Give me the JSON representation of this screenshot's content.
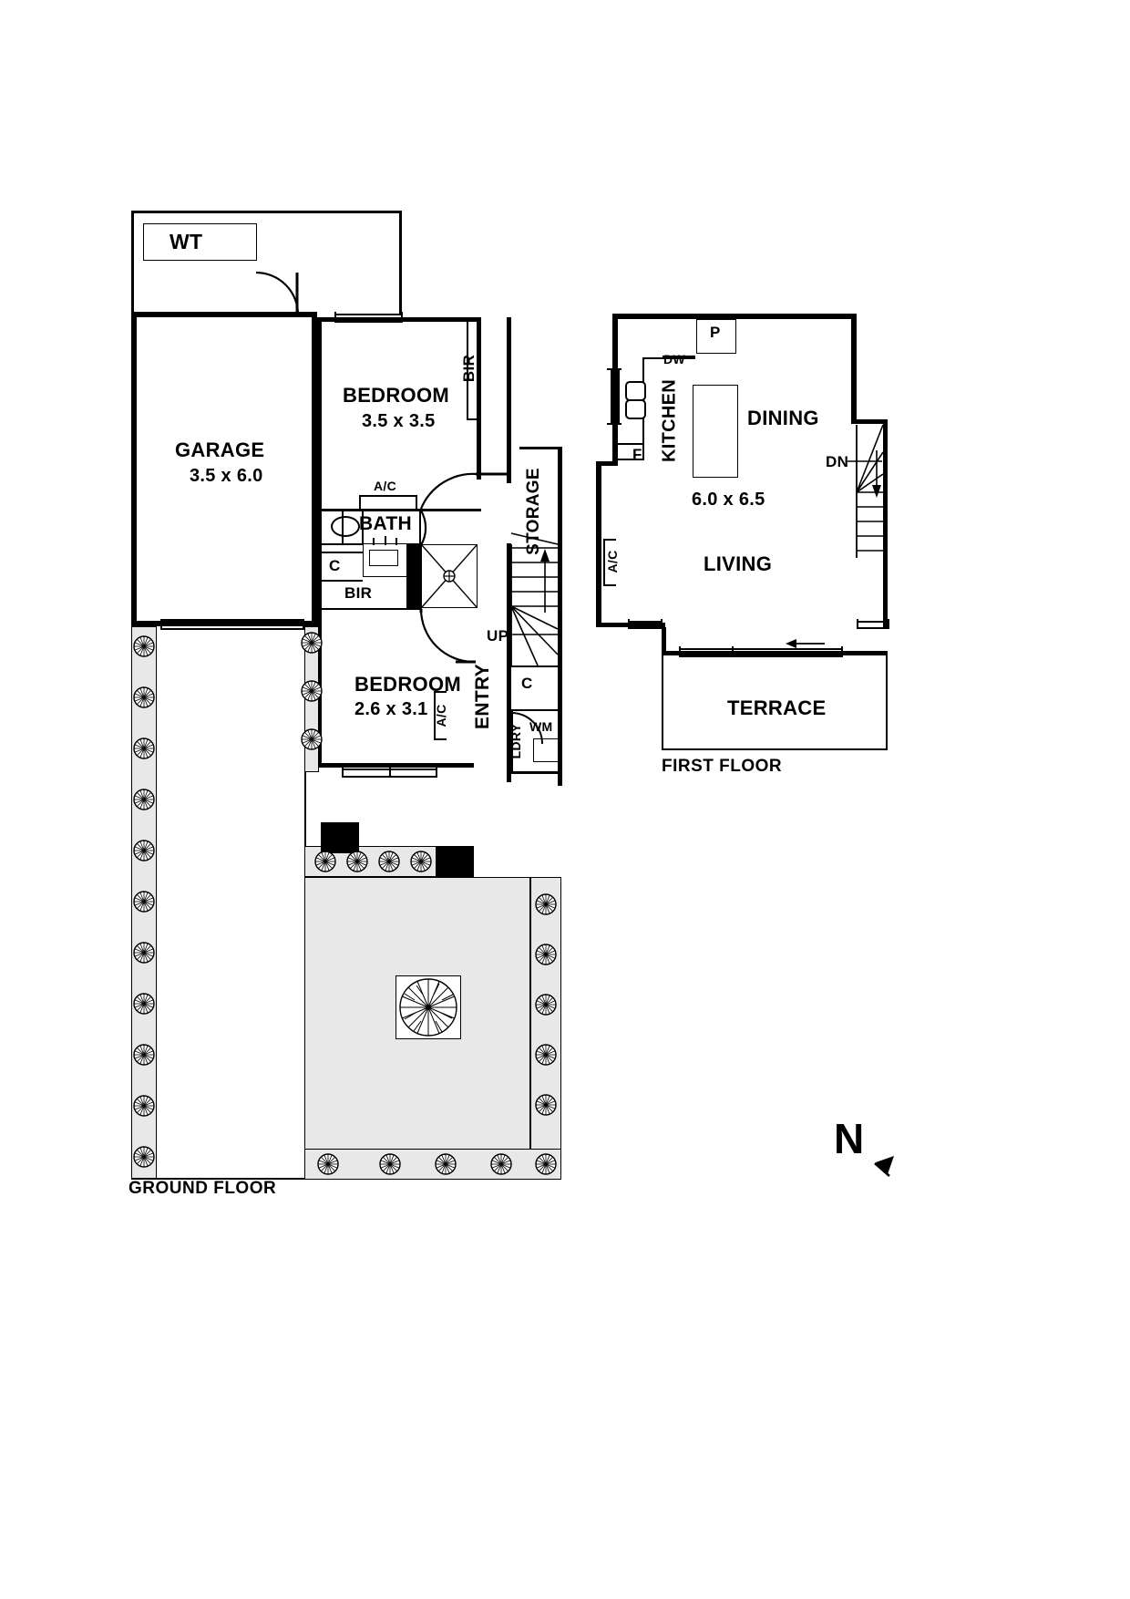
{
  "document": {
    "type": "residential-floor-plan",
    "floors": [
      "GROUND FLOOR",
      "FIRST FLOOR"
    ]
  },
  "ground_floor": {
    "caption": "GROUND FLOOR",
    "rooms": [
      {
        "name": "GARAGE",
        "dimensions": "3.5 x 6.0"
      },
      {
        "name": "BEDROOM",
        "dimensions": "3.5 x 3.5"
      },
      {
        "name": "BEDROOM",
        "dimensions": "2.6 x 3.1"
      },
      {
        "name": "BATH",
        "dimensions": ""
      },
      {
        "name": "ENTRY",
        "dimensions": ""
      },
      {
        "name": "STORAGE",
        "dimensions": ""
      }
    ],
    "labels": {
      "wt": "WT",
      "bir_upper": "BIR",
      "bir_lower": "BIR",
      "garage_name": "GARAGE",
      "garage_dim": "3.5 x 6.0",
      "bedroom1_name": "BEDROOM",
      "bedroom1_dim": "3.5 x 3.5",
      "bedroom2_name": "BEDROOM",
      "bedroom2_dim": "2.6 x 3.1",
      "bath": "BATH",
      "entry": "ENTRY",
      "storage": "STORAGE",
      "ac_bath": "A/C",
      "ac_bedroom2": "A/C",
      "closet_bath": "C",
      "closet_entry": "C",
      "laundry": "LDRY",
      "washing_machine": "WM",
      "stair_direction": "UP"
    }
  },
  "first_floor": {
    "caption": "FIRST FLOOR",
    "rooms": [
      {
        "name": "KITCHEN",
        "dimensions": ""
      },
      {
        "name": "DINING",
        "dimensions": "6.0 x 6.5"
      },
      {
        "name": "LIVING",
        "dimensions": "6.0 x 6.5"
      },
      {
        "name": "TERRACE",
        "dimensions": ""
      }
    ],
    "labels": {
      "kitchen": "KITCHEN",
      "dining": "DINING",
      "living": "LIVING",
      "terrace": "TERRACE",
      "main_dim": "6.0 x 6.5",
      "pantry": "P",
      "dishwasher": "DW",
      "fridge": "F",
      "ac": "A/C",
      "stair_direction": "DN"
    }
  },
  "compass": {
    "north_label": "N"
  },
  "colors": {
    "wall": "#000000",
    "paving": "#e8e8e8",
    "background": "#ffffff"
  }
}
